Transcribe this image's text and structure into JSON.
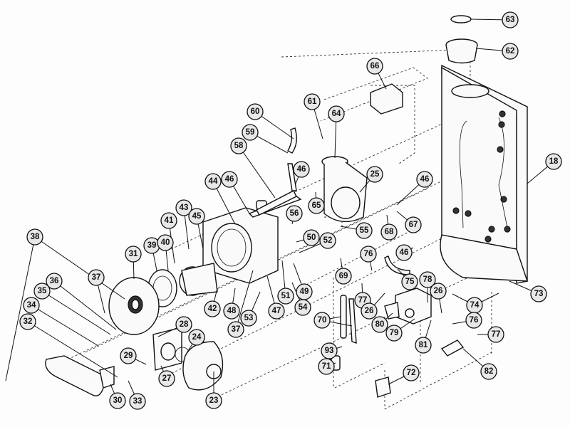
{
  "diagram": {
    "title": "Boiler exploded parts diagram",
    "callouts": [
      {
        "id": "63",
        "label": "63"
      },
      {
        "id": "62",
        "label": "62"
      },
      {
        "id": "66",
        "label": "66"
      },
      {
        "id": "61",
        "label": "61"
      },
      {
        "id": "64",
        "label": "64"
      },
      {
        "id": "60",
        "label": "60"
      },
      {
        "id": "59",
        "label": "59"
      },
      {
        "id": "58",
        "label": "58"
      },
      {
        "id": "46a",
        "label": "46"
      },
      {
        "id": "46b",
        "label": "46"
      },
      {
        "id": "44",
        "label": "44"
      },
      {
        "id": "25",
        "label": "25"
      },
      {
        "id": "46c",
        "label": "46"
      },
      {
        "id": "65",
        "label": "65"
      },
      {
        "id": "18",
        "label": "18"
      },
      {
        "id": "56",
        "label": "56"
      },
      {
        "id": "43",
        "label": "43"
      },
      {
        "id": "45",
        "label": "45"
      },
      {
        "id": "41",
        "label": "41"
      },
      {
        "id": "68",
        "label": "68"
      },
      {
        "id": "67",
        "label": "67"
      },
      {
        "id": "55",
        "label": "55"
      },
      {
        "id": "38",
        "label": "38"
      },
      {
        "id": "31",
        "label": "31"
      },
      {
        "id": "39",
        "label": "39"
      },
      {
        "id": "40",
        "label": "40"
      },
      {
        "id": "50",
        "label": "50"
      },
      {
        "id": "52",
        "label": "52"
      },
      {
        "id": "46d",
        "label": "46"
      },
      {
        "id": "76a",
        "label": "76"
      },
      {
        "id": "37a",
        "label": "37"
      },
      {
        "id": "36",
        "label": "36"
      },
      {
        "id": "35",
        "label": "35"
      },
      {
        "id": "69",
        "label": "69"
      },
      {
        "id": "75",
        "label": "75"
      },
      {
        "id": "78",
        "label": "78"
      },
      {
        "id": "49",
        "label": "49"
      },
      {
        "id": "51",
        "label": "51"
      },
      {
        "id": "42",
        "label": "42"
      },
      {
        "id": "48",
        "label": "48"
      },
      {
        "id": "77a",
        "label": "77"
      },
      {
        "id": "26a",
        "label": "26"
      },
      {
        "id": "26b",
        "label": "26"
      },
      {
        "id": "73",
        "label": "73"
      },
      {
        "id": "34",
        "label": "34"
      },
      {
        "id": "47",
        "label": "47"
      },
      {
        "id": "54",
        "label": "54"
      },
      {
        "id": "74",
        "label": "74"
      },
      {
        "id": "37b",
        "label": "37"
      },
      {
        "id": "53",
        "label": "53"
      },
      {
        "id": "32",
        "label": "32"
      },
      {
        "id": "80",
        "label": "80"
      },
      {
        "id": "76b",
        "label": "76"
      },
      {
        "id": "70",
        "label": "70"
      },
      {
        "id": "79",
        "label": "79"
      },
      {
        "id": "28",
        "label": "28"
      },
      {
        "id": "24",
        "label": "24"
      },
      {
        "id": "77b",
        "label": "77"
      },
      {
        "id": "81",
        "label": "81"
      },
      {
        "id": "93",
        "label": "93"
      },
      {
        "id": "29",
        "label": "29"
      },
      {
        "id": "27",
        "label": "27"
      },
      {
        "id": "71",
        "label": "71"
      },
      {
        "id": "82",
        "label": "82"
      },
      {
        "id": "72",
        "label": "72"
      },
      {
        "id": "30",
        "label": "30"
      },
      {
        "id": "33",
        "label": "33"
      },
      {
        "id": "23",
        "label": "23"
      }
    ]
  }
}
